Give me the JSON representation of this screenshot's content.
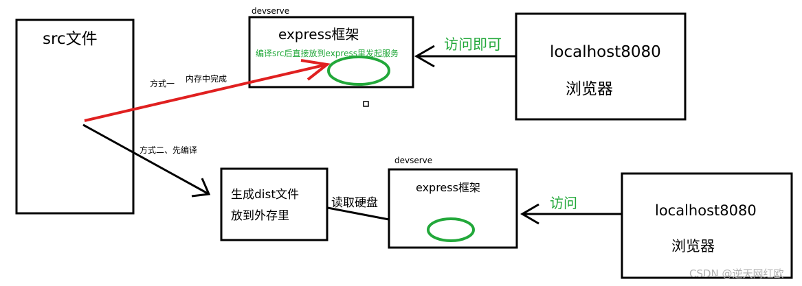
{
  "colors": {
    "ink": "#000000",
    "green": "#22a83a",
    "red": "#e02020",
    "watermark": "#b0b0b0"
  },
  "src_box": {
    "label": "src文件"
  },
  "top_row": {
    "method_label": "方式一",
    "memory_label": "内存中完成",
    "devserve_label": "devserve",
    "express_title": "express框架",
    "express_note": "编译src后直接放到express里发起服务",
    "access_label": "访问即可",
    "browser_host": "localhost8080",
    "browser_label": "浏览器"
  },
  "bottom_row": {
    "method_label": "方式二、先编译",
    "dist_line1": "生成dist文件",
    "dist_line2": "放到外存里",
    "read_label": "读取硬盘",
    "devserve_label": "devserve",
    "express_title": "express框架",
    "access_label": "访问",
    "browser_host": "localhost8080",
    "browser_label": "浏览器"
  },
  "watermark": "CSDN @逆天网红欧"
}
